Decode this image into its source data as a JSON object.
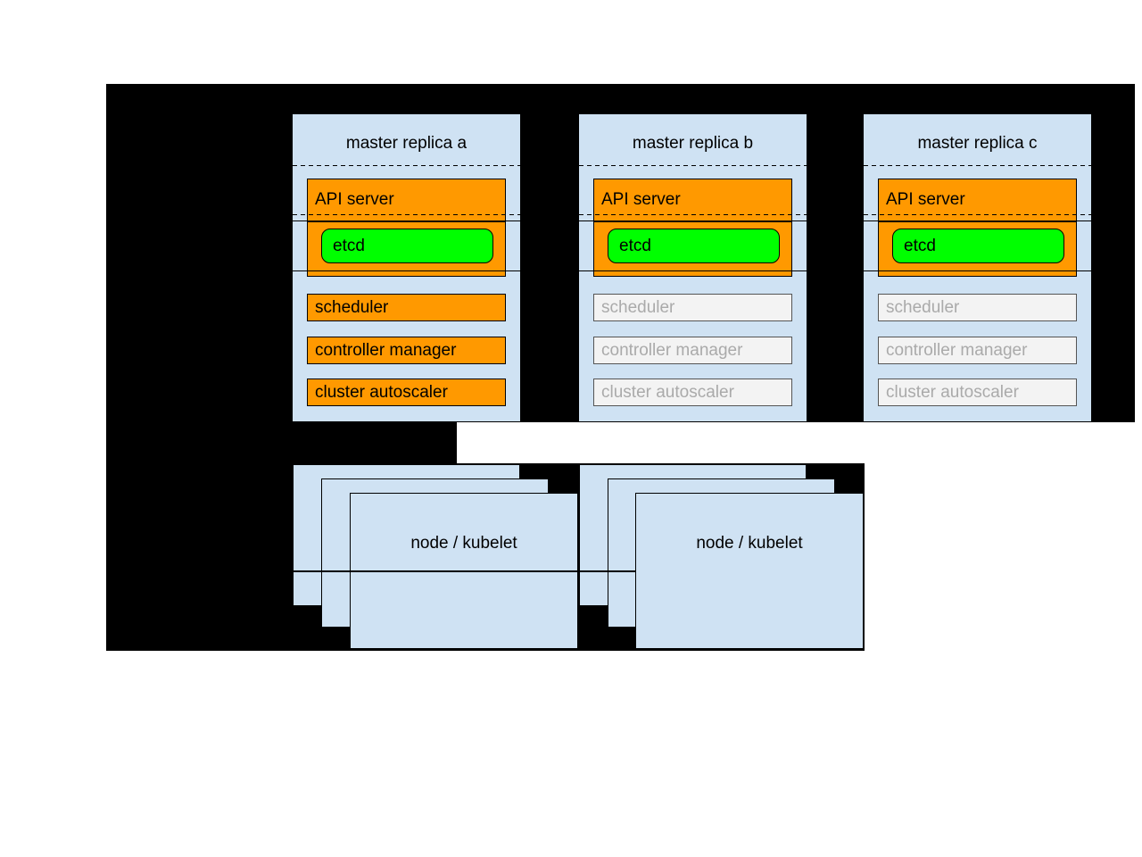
{
  "diagram": {
    "kind": "kubernetes-ha-master-architecture",
    "background": "#ffffff",
    "canvas_color": "#000000"
  },
  "colors": {
    "box_blue": "#cfe2f3",
    "active_orange": "#ff9900",
    "etcd_green": "#00ff00",
    "inactive_bg": "#f3f3f3",
    "inactive_border": "#555555",
    "inactive_text": "#aaaaaa",
    "line": "#000000"
  },
  "masters": [
    {
      "title": "master replica a",
      "components": {
        "api_server": "API server",
        "etcd": "etcd",
        "scheduler": "scheduler",
        "controller_manager": "controller manager",
        "cluster_autoscaler": "cluster autoscaler"
      },
      "state": "active"
    },
    {
      "title": "master replica b",
      "components": {
        "api_server": "API server",
        "etcd": "etcd",
        "scheduler": "scheduler",
        "controller_manager": "controller manager",
        "cluster_autoscaler": "cluster autoscaler"
      },
      "state": "standby"
    },
    {
      "title": "master replica c",
      "components": {
        "api_server": "API server",
        "etcd": "etcd",
        "scheduler": "scheduler",
        "controller_manager": "controller manager",
        "cluster_autoscaler": "cluster autoscaler"
      },
      "state": "standby"
    }
  ],
  "node_stacks": [
    {
      "label": "node / kubelet"
    },
    {
      "label": "node / kubelet"
    }
  ]
}
